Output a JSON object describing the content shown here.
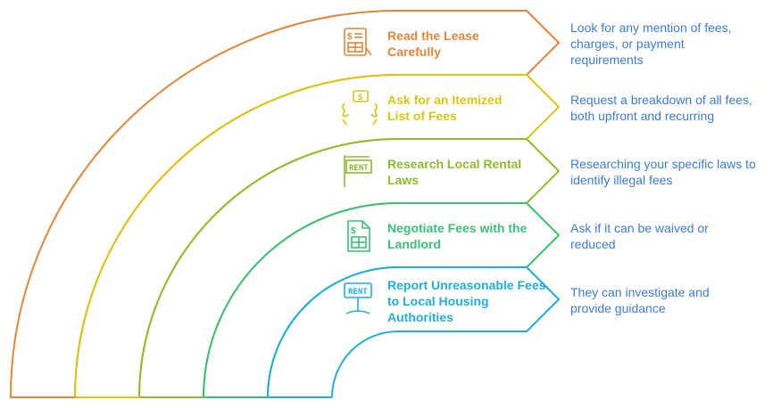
{
  "steps": [
    {
      "title": "Read the Lease Carefully",
      "description": "Look for any mention of fees, charges, or payment requirements",
      "color": "#e0873c",
      "icon": "fee-document-icon"
    },
    {
      "title": "Ask for an Itemized List of Fees",
      "description": "Request a breakdown of all fees, both upfront and recurring",
      "color": "#dcc415",
      "icon": "two-people-talking-icon"
    },
    {
      "title": "Research Local Rental Laws",
      "description": "Researching your specific laws to identify illegal fees",
      "color": "#8dbb2f",
      "icon": "rent-sign-icon"
    },
    {
      "title": "Negotiate Fees with the Landlord",
      "description": "Ask if it can be waived or reduced",
      "color": "#3dbf78",
      "icon": "invoice-icon"
    },
    {
      "title": "Report Unreasonable Fees to Local Housing Authorities",
      "description": "They can investigate and provide guidance",
      "color": "#22aed8",
      "icon": "rent-yard-sign-icon"
    }
  ]
}
